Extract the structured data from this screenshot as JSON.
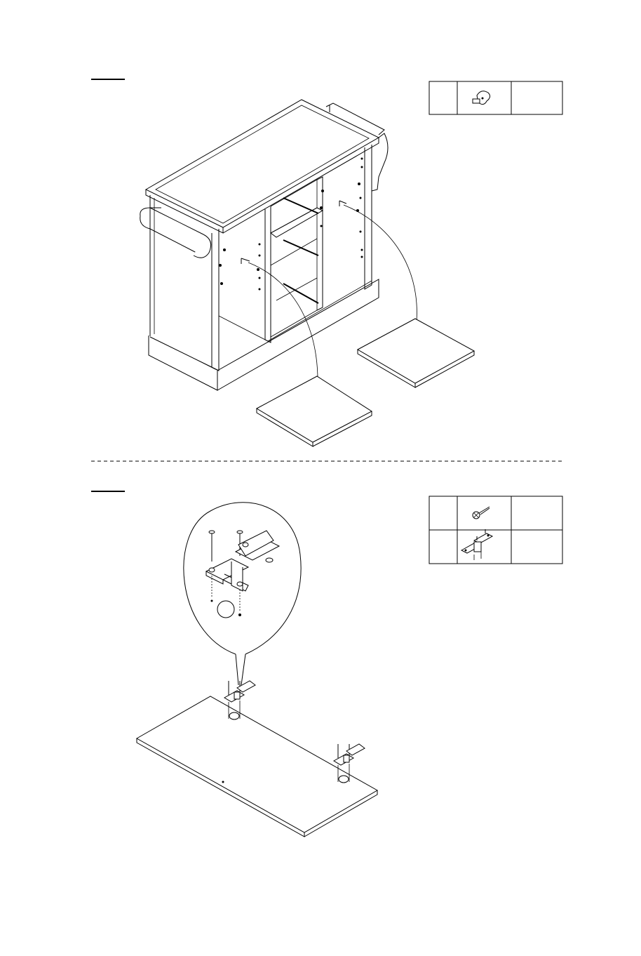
{
  "page": {
    "background": "#ffffff",
    "ink": "#000000"
  },
  "steps": [
    {
      "name": "step-shelf-insertion",
      "hardware_icons": [
        "shelf-pin-icon"
      ],
      "parts": [
        "adjustable-shelf",
        "adjustable-shelf"
      ]
    },
    {
      "name": "step-hinge-attachment",
      "hardware_icons": [
        "screw-icon",
        "hinge-icon"
      ],
      "parts": [
        "door-panel"
      ]
    }
  ]
}
